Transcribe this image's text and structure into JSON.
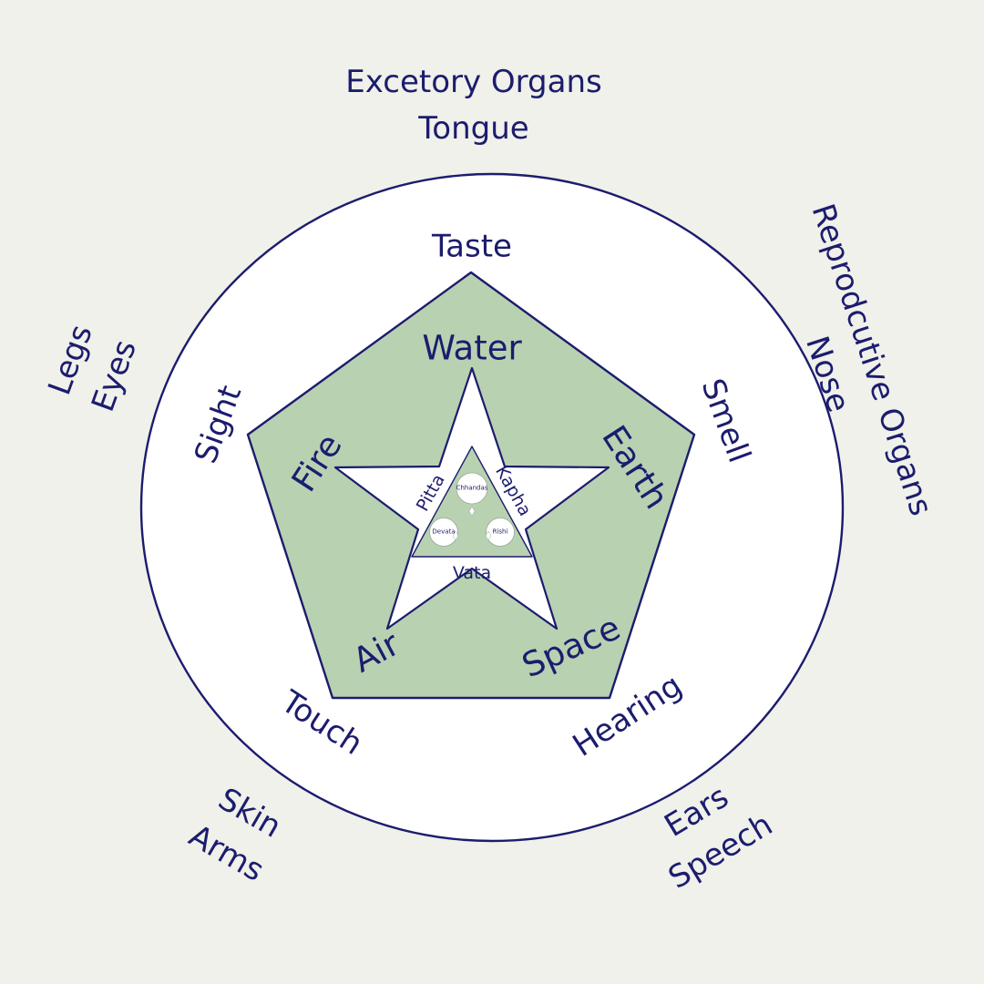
{
  "diagram_title": "Ayurveda elements, senses and organs wheel",
  "colors": {
    "background": "#eff1ea",
    "navy": "#1c1c6e",
    "pentagon_green": "#b8d1b1",
    "white": "#ffffff"
  },
  "outer": {
    "top": {
      "line1": "Excetory Organs",
      "line2": "Tongue"
    },
    "right": {
      "line1": "Reprodcutive Organs",
      "line2": "Nose"
    },
    "left": {
      "line1": "Legs",
      "line2": "Eyes"
    },
    "bottom_left": {
      "line1": "Skin",
      "line2": "Arms"
    },
    "bottom_right": {
      "line1": "Ears",
      "line2": "Speech"
    }
  },
  "senses": {
    "top": "Taste",
    "left": "Sight",
    "right": "Smell",
    "bottom_left": "Touch",
    "bottom_right": "Hearing"
  },
  "elements": {
    "top": "Water",
    "left": "Fire",
    "right": "Earth",
    "bottom_left": "Air",
    "bottom_right": "Space"
  },
  "doshas": {
    "left_side": "Pitta",
    "right_side": "Kapha",
    "bottom_side": "Vata"
  },
  "core": {
    "top_circle": "Chhandas",
    "left_circle": "Devata",
    "right_circle": "Rishi"
  }
}
